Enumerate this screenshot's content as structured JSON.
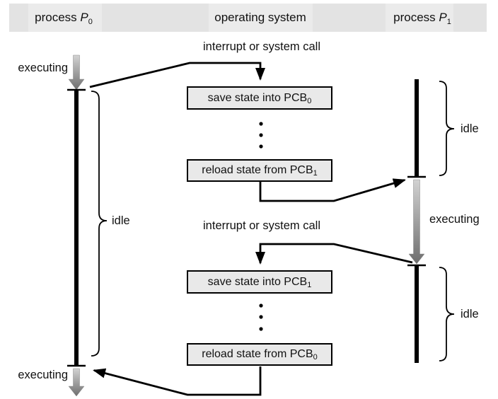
{
  "colors": {
    "background": "#ffffff",
    "header_bg": "#e3e3e3",
    "header_cell_bg": "#ebebeb",
    "box_bg": "#e9e9e9",
    "box_border": "#000000",
    "line": "#000000",
    "arrow_gradient_top": "#d2d2d2",
    "arrow_gradient_bottom": "#6e6e6e"
  },
  "header": {
    "left": {
      "prefix": "process ",
      "variable": "P",
      "subscript": "0"
    },
    "center": "operating system",
    "right": {
      "prefix": "process ",
      "variable": "P",
      "subscript": "1"
    }
  },
  "process0": {
    "executing_top": "executing",
    "idle": "idle",
    "executing_bottom": "executing"
  },
  "os": {
    "interrupt_top": "interrupt or system call",
    "save_box_top": {
      "text": "save state into PCB",
      "subscript": "0"
    },
    "reload_box_top": {
      "text": "reload state from PCB",
      "subscript": "1"
    },
    "interrupt_bottom": "interrupt or system call",
    "save_box_bottom": {
      "text": "save state into PCB",
      "subscript": "1"
    },
    "reload_box_bottom": {
      "text": "reload state from PCB",
      "subscript": "0"
    }
  },
  "process1": {
    "idle_top": "idle",
    "executing": "executing",
    "idle_bottom": "idle"
  }
}
